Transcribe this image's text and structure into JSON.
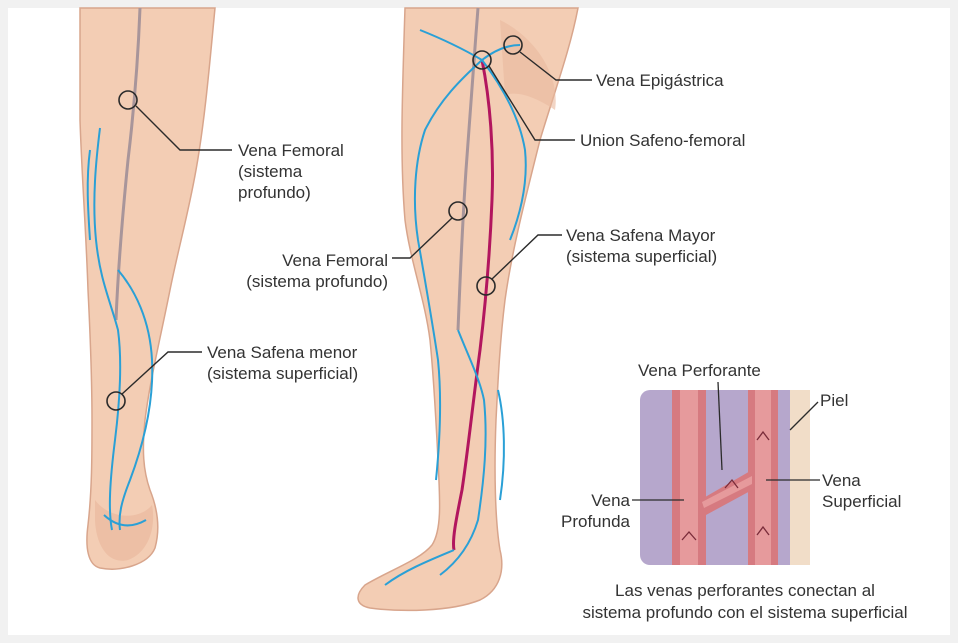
{
  "labels": {
    "vena_femoral_posterior": "Vena Femoral\n(sistema\nprofundo)",
    "vena_safena_menor": "Vena Safena menor\n(sistema superficial)",
    "vena_epigastrica": "Vena Epigástrica",
    "union_safeno_femoral": "Union Safeno-femoral",
    "vena_safena_mayor": "Vena Safena Mayor\n(sistema superficial)",
    "vena_femoral_anterior": "Vena Femoral\n(sistema profundo)",
    "vena_perforante": "Vena Perforante",
    "piel": "Piel",
    "vena_superficial": "Vena\nSuperficial",
    "vena_profunda": "Vena\nProfunda"
  },
  "caption": "Las venas perforantes conectan al\nsistema profundo con el sistema superficial",
  "colors": {
    "skin": "#f3cdb4",
    "skin_outline": "#d8a58c",
    "superficial_vein": "#2aa0d6",
    "great_saphenous": "#b2165e",
    "deep_vein": "#a8959a",
    "leader_line": "#2b2b2b",
    "inset_background": "#b6a7cc",
    "inset_vein": "#d67a80"
  }
}
